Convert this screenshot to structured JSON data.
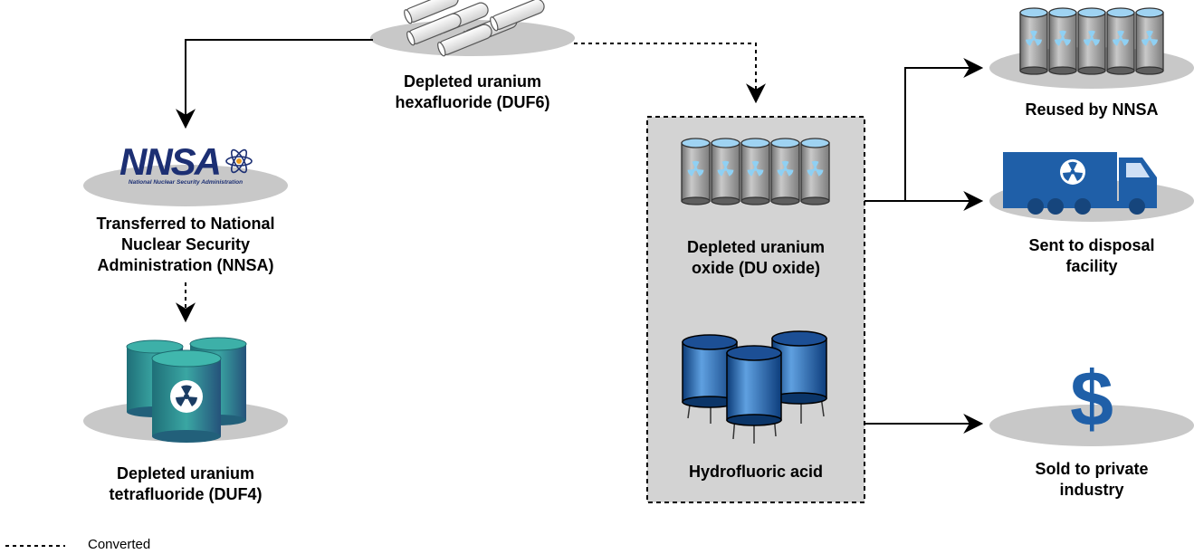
{
  "nodes": {
    "duf6": {
      "lines": [
        "Depleted uranium",
        "hexafluoride (DUF6)"
      ]
    },
    "nnsa_transfer": {
      "lines": [
        "Transferred to National",
        "Nuclear Security",
        "Administration (NNSA)"
      ]
    },
    "duf4": {
      "lines": [
        "Depleted uranium",
        "tetrafluoride (DUF4)"
      ]
    },
    "du_oxide": {
      "lines": [
        "Depleted uranium",
        "oxide (DU oxide)"
      ]
    },
    "hf_acid": {
      "lines": [
        "Hydrofluoric acid"
      ]
    },
    "reused": {
      "lines": [
        "Reused by NNSA"
      ]
    },
    "disposal": {
      "lines": [
        "Sent to disposal",
        "facility"
      ]
    },
    "sold": {
      "lines": [
        "Sold to private",
        "industry"
      ]
    }
  },
  "nnsa_logo": {
    "text": "NNSA",
    "subtitle": "National Nuclear Security Administration"
  },
  "dollar_symbol": "$",
  "legend": {
    "converted_label": "Converted"
  },
  "colors": {
    "platform": "#c8c8c8",
    "box_fill": "#d3d3d3",
    "navy": "#1c2f73",
    "teal": "#2a8f92",
    "blue": "#1f5fa8"
  }
}
